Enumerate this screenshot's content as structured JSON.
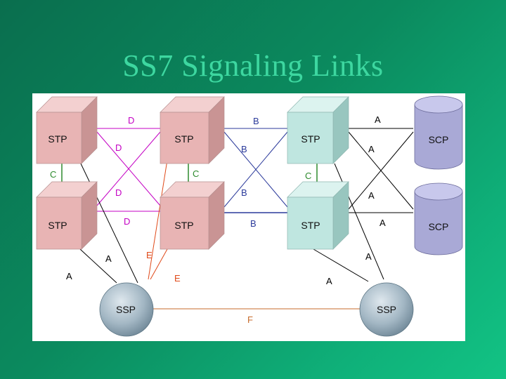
{
  "slide": {
    "title": "SS7 Signaling Links"
  },
  "colors": {
    "stp_pink": "#e8b4b4",
    "stp_teal": "#bfe6e0",
    "scp": "#a9a9d6",
    "ssp": "#9fb3c1",
    "link_d": "#c400c4",
    "link_b": "#2b3a9b",
    "link_a": "#000000",
    "link_c": "#2e8b2e",
    "link_e": "#e04a1a",
    "link_f": "#c76b2b"
  },
  "nodes": {
    "stp_top_left": "STP",
    "stp_top_mid": "STP",
    "stp_top_right": "STP",
    "stp_bot_left": "STP",
    "stp_bot_mid": "STP",
    "stp_bot_right": "STP",
    "scp_top": "SCP",
    "scp_bot": "SCP",
    "ssp_left": "SSP",
    "ssp_right": "SSP"
  },
  "labels": {
    "d1": "D",
    "d2": "D",
    "d3": "D",
    "d4": "D",
    "b1": "B",
    "b2": "B",
    "b3": "B",
    "b4": "B",
    "a1": "A",
    "a2": "A",
    "a3": "A",
    "a4": "A",
    "a5": "A",
    "a6": "A",
    "a7": "A",
    "a8": "A",
    "c1": "C",
    "c2": "C",
    "c3": "C",
    "e1": "E",
    "e2": "E",
    "f1": "F"
  }
}
